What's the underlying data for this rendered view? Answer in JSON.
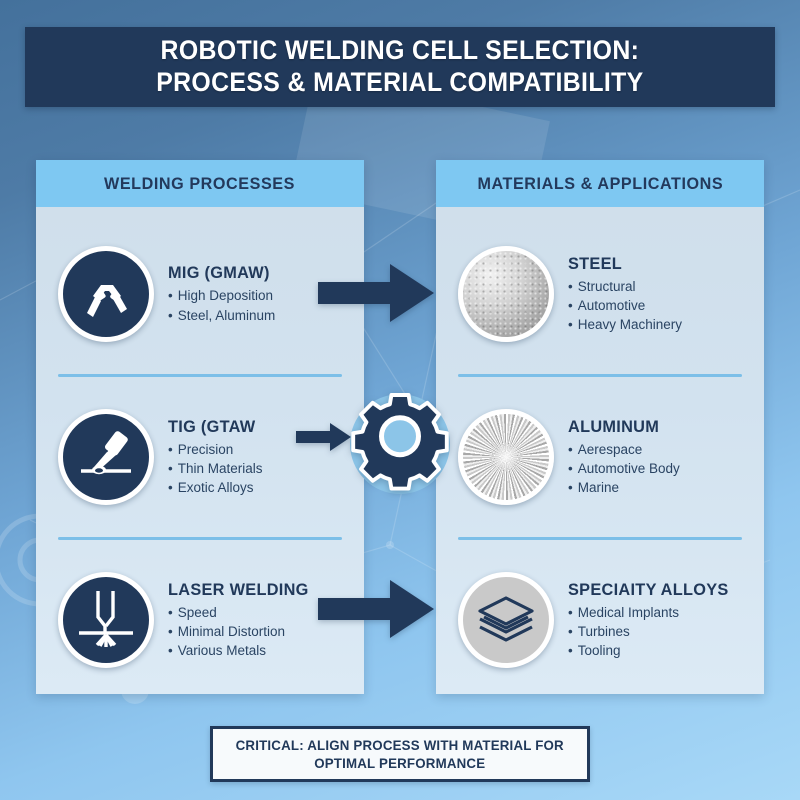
{
  "title": {
    "line1": "ROBOTIC WELDING CELL SELECTION:",
    "line2": "PROCESS & MATERIAL COMPATIBILITY"
  },
  "left_panel": {
    "header": "WELDING PROCESSES",
    "items": [
      {
        "name": "MIG (GMAW)",
        "icon": "welding-torch-icon",
        "bullets": [
          "High Deposition",
          "Steel, Aluminum"
        ]
      },
      {
        "name": "TIG (GTAW",
        "icon": "tig-electrode-icon",
        "bullets": [
          "Precision",
          "Thin Materials",
          "Exotic Alloys"
        ]
      },
      {
        "name": "LASER WELDING",
        "icon": "laser-beam-icon",
        "bullets": [
          "Speed",
          "Minimal Distortion",
          "Various Metals"
        ]
      }
    ]
  },
  "right_panel": {
    "header": "MATERIALS & APPLICATIONS",
    "items": [
      {
        "name": "STEEL",
        "icon": "steel-sphere-icon",
        "bullets": [
          "Structural",
          "Automotive",
          "Heavy Machinery"
        ]
      },
      {
        "name": "ALUMINUM",
        "icon": "aluminum-disc-icon",
        "bullets": [
          "Aerespace",
          "Automotive Body",
          "Marine"
        ]
      },
      {
        "name": "SPECIAITY ALLOYS",
        "icon": "stacked-sheets-icon",
        "bullets": [
          "Medical Implants",
          "Turbines",
          "Tooling"
        ]
      }
    ]
  },
  "center": {
    "icon": "gear-icon"
  },
  "arrows": {
    "top": "arrow-right-icon",
    "middle": "arrow-right-icon",
    "bottom": "arrow-right-icon"
  },
  "footer": {
    "line1": "CRITICAL: ALIGN PROCESS WITH MATERIAL FOR",
    "line2": "OPTIMAL PERFORMANCE"
  },
  "colors": {
    "navy": "#21395a",
    "header_blue": "#7ec8f2",
    "panel_bg": "#d2e2ef",
    "divider": "#7cbfe8",
    "background_top": "#44719c",
    "background_bottom": "#a8d8f7"
  }
}
